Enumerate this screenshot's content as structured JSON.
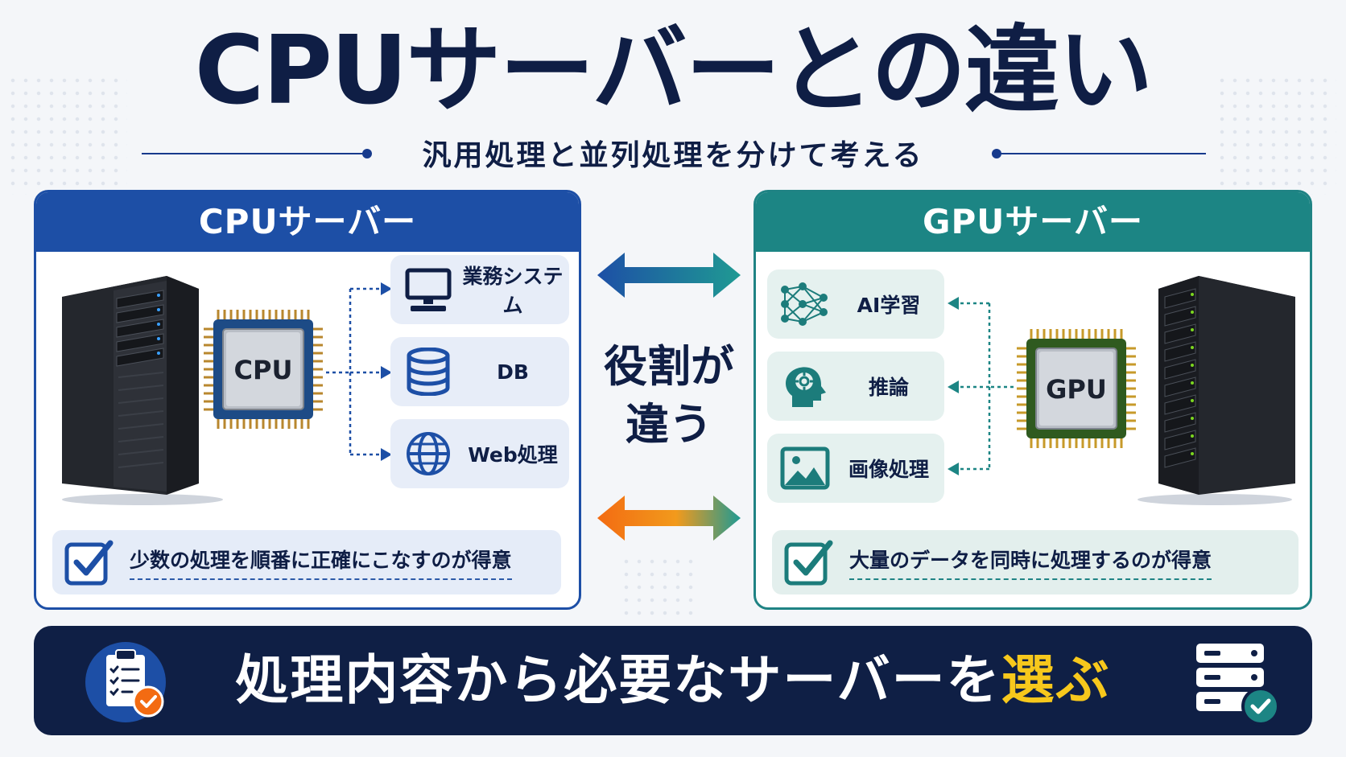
{
  "header": {
    "title": "CPUサーバーとの違い",
    "subtitle": "汎用処理と並列処理を分けて考える"
  },
  "cpu_panel": {
    "title": "CPUサーバー",
    "chip_label": "CPU",
    "items": [
      {
        "label": "業務システム",
        "icon": "monitor-icon"
      },
      {
        "label": "DB",
        "icon": "database-icon"
      },
      {
        "label": "Web処理",
        "icon": "globe-icon"
      }
    ],
    "note": "少数の処理を順番に正確にこなすのが得意"
  },
  "gpu_panel": {
    "title": "GPUサーバー",
    "chip_label": "GPU",
    "items": [
      {
        "label": "AI学習",
        "icon": "neural-network-icon"
      },
      {
        "label": "推論",
        "icon": "brain-head-icon"
      },
      {
        "label": "画像処理",
        "icon": "image-icon"
      }
    ],
    "note": "大量のデータを同時に処理するのが得意"
  },
  "center": {
    "line1": "役割が",
    "line2": "違う"
  },
  "banner": {
    "text_main": "処理内容から必要なサーバーを",
    "text_highlight": "選ぶ"
  },
  "colors": {
    "navy": "#0f1e45",
    "cpu_blue": "#1d4fa6",
    "gpu_teal": "#1c8584",
    "highlight_yellow": "#f7c81c",
    "arrow_orange": "#f36b12"
  }
}
